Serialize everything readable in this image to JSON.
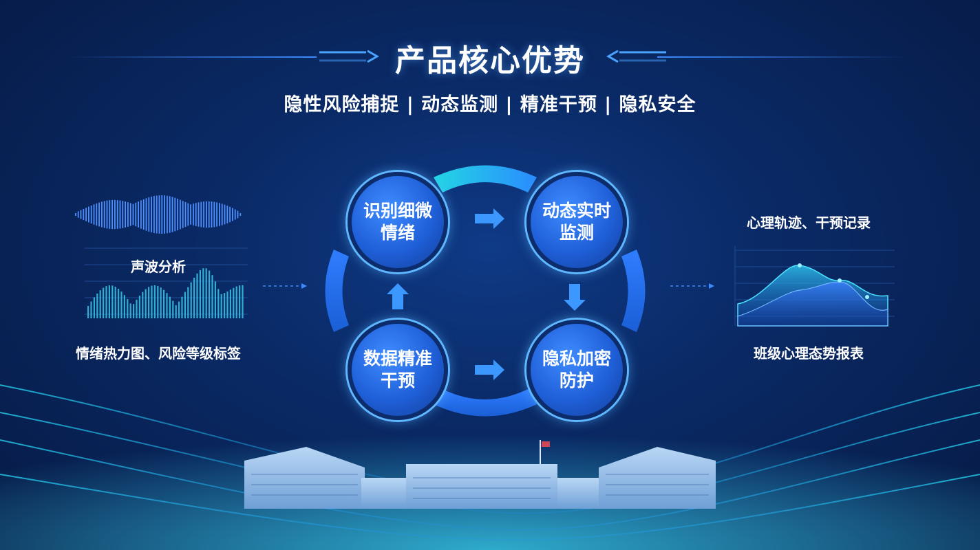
{
  "header": {
    "title": "产品核心优势",
    "subtitle": "隐性风险捕捉 | 动态监测 | 精准干预 | 隐私安全"
  },
  "flow": {
    "nodes": [
      {
        "id": "identify",
        "label": "识别细微情绪"
      },
      {
        "id": "monitor",
        "label": "动态实时监测"
      },
      {
        "id": "privacy",
        "label": "隐私加密防护"
      },
      {
        "id": "intervene",
        "label": "数据精准干预"
      }
    ]
  },
  "left_panel": {
    "title": "声波分析",
    "caption": "情绪热力图、风险等级标签"
  },
  "right_panel": {
    "title": "心理轨迹、干预记录",
    "caption": "班级心理态势报表"
  },
  "colors": {
    "accent": "#3f8cff",
    "cyan": "#27e0e6",
    "node_ring": "#5fb7ff"
  }
}
